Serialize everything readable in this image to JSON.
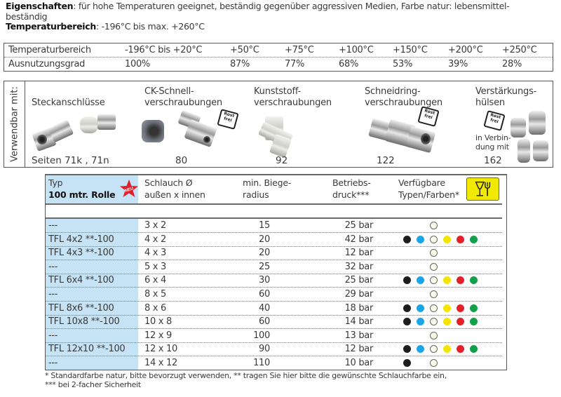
{
  "intro": {
    "properties_label": "Eigenschaften",
    "properties_text": ": für hohe Temperaturen geeignet, beständig gegenüber aggressiven Medien, Farbe natur: lebensmittel-",
    "properties_text_cont": "beständig",
    "temp_range_label": "Temperaturbereich",
    "temp_range_text": ": -196°C bis max. +260°C"
  },
  "temperature_table": {
    "row_labels": [
      "Temperaturbereich",
      "Ausnutzungsgrad"
    ],
    "temperatures": [
      "-196°C bis +20°C",
      "+50°C",
      "+75°C",
      "+100°C",
      "+150°C",
      "+200°C",
      "+250°C"
    ],
    "utilization": [
      "100%",
      "87%",
      "77%",
      "68%",
      "53%",
      "39%",
      "28%"
    ]
  },
  "usable_with": {
    "label": "Verwendbar mit:",
    "fittings": [
      {
        "title_1": "Steckanschlüsse",
        "title_2": "",
        "page": "Seiten  71k , 71n",
        "rostfrei": false
      },
      {
        "title_1": "CK-Schnell-",
        "title_2": "verschraubungen",
        "page": "80",
        "rostfrei": true
      },
      {
        "title_1": "Kunststoff-",
        "title_2": "verschraubungen",
        "page": "92",
        "rostfrei": false
      },
      {
        "title_1": "Schneidring-",
        "title_2": "verschraubungen",
        "page": "122",
        "rostfrei": true
      },
      {
        "title_1": "Verstärkungs-",
        "title_2": "hülsen",
        "page": "162",
        "rostfrei": true,
        "note_1": "in Verbin-",
        "note_2": "dung mit"
      }
    ],
    "rostfrei_badge_1": "Rost",
    "rostfrei_badge_2": "frei"
  },
  "main_table": {
    "headers": {
      "type_1": "Typ",
      "type_2": "100 mtr. Rolle",
      "new_badge": "NEU",
      "size_1": "Schlauch Ø",
      "size_2": "außen x innen",
      "radius_1": "min. Biege-",
      "radius_2": "radius",
      "pressure_1": "Betriebs-",
      "pressure_2": "druck***",
      "colors_1": "Verfügbare",
      "colors_2": "Typen/Farben*",
      "food_icon": "food-safe-glass-fork-icon"
    },
    "color_palette": {
      "black": "#1e1e1e",
      "blue": "#1aa6e6",
      "natural": "#fbfbe8",
      "yellow": "#f5e400",
      "red": "#e3202a",
      "green": "#12a04a"
    },
    "rows": [
      {
        "type": "---",
        "size": "3 x 2",
        "radius": "15",
        "pressure": "25 bar",
        "colors": [
          "natural"
        ]
      },
      {
        "type": "TFL 4x2 **-100",
        "size": "4 x 2",
        "radius": "20",
        "pressure": "42 bar",
        "colors": [
          "black",
          "blue",
          "natural",
          "yellow",
          "red",
          "green"
        ]
      },
      {
        "type": "TFL 4x3 **-100",
        "size": "4 x 3",
        "radius": "20",
        "pressure": "12 bar",
        "colors": [
          "natural"
        ]
      },
      {
        "type": "---",
        "size": "5 x 3",
        "radius": "25",
        "pressure": "32 bar",
        "colors": [
          "natural"
        ]
      },
      {
        "type": "TFL 6x4 **-100",
        "size": "6 x 4",
        "radius": "30",
        "pressure": "25 bar",
        "colors": [
          "black",
          "blue",
          "natural",
          "yellow",
          "red",
          "green"
        ]
      },
      {
        "type": "---",
        "size": "8 x 5",
        "radius": "60",
        "pressure": "29 bar",
        "colors": [
          "natural"
        ]
      },
      {
        "type": "TFL 8x6 **-100",
        "size": "8 x 6",
        "radius": "40",
        "pressure": "18 bar",
        "colors": [
          "black",
          "blue",
          "natural",
          "yellow",
          "red",
          "green"
        ]
      },
      {
        "type": "TFL 10x8 **-100",
        "size": "10 x 8",
        "radius": "60",
        "pressure": "14 bar",
        "colors": [
          "black",
          "blue",
          "natural",
          "yellow",
          "red",
          "green"
        ]
      },
      {
        "type": "---",
        "size": "12 x 9",
        "radius": "100",
        "pressure": "13 bar",
        "colors": [
          "natural"
        ]
      },
      {
        "type": "TFL 12x10 **-100",
        "size": "12 x 10",
        "radius": "90",
        "pressure": "12 bar",
        "colors": [
          "black",
          "blue",
          "natural",
          "yellow",
          "red",
          "green"
        ]
      },
      {
        "type": "---",
        "size": "14 x 12",
        "radius": "110",
        "pressure": "10 bar",
        "colors": [
          "black",
          "natural"
        ]
      }
    ]
  },
  "footnotes": {
    "line_1": "* Standardfarbe natur, bitte bevorzugt verwenden, ** tragen Sie hier bitte die gewünschte Schlauchfarbe ein,",
    "line_2": "*** bei 2-facher Sicherheit"
  }
}
